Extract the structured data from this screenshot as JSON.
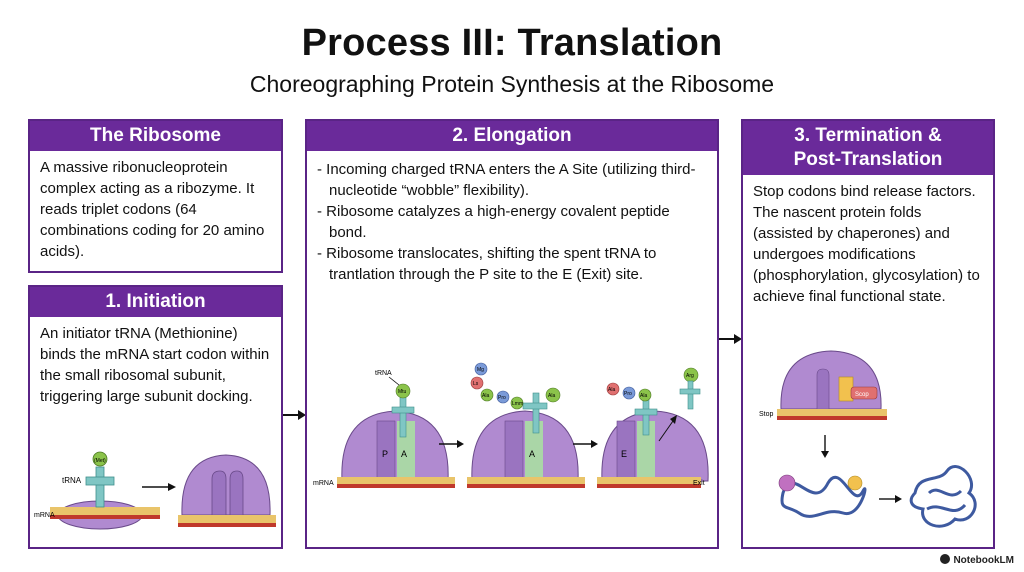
{
  "header": {
    "title": "Process III: Translation",
    "subtitle": "Choreographing Protein Synthesis at the Ribosome"
  },
  "ribosome_panel": {
    "heading": "The Ribosome",
    "text": "A massive ribonucleoprotein complex acting as a ribozyme. It reads triplet codons (64 combinations coding for 20 amino acids)."
  },
  "initiation_panel": {
    "heading": "1. Initiation",
    "text": "An initiator tRNA (Methionine) binds the mRNA start codon within the small ribosomal subunit, triggering large subunit docking.",
    "labels": {
      "amino": "(Met)",
      "trna": "tRNA",
      "mrna": "mRNA"
    }
  },
  "elongation_panel": {
    "heading": "2. Elongation",
    "bullets": [
      "- Incoming charged tRNA enters the A Site (utilizing third-nucleotide “wobble” flexibility).",
      "- Ribosome catalyzes a high-energy covalent peptide bond.",
      "- Ribosome translocates, shifting the spent tRNA to trantlation through the P site to the E (Exit) site."
    ],
    "labels": {
      "trna": "tRNA",
      "mrna": "mRNA",
      "p_site": "P",
      "a_site": "A",
      "e_site": "E",
      "exit": "Exit",
      "aa1": "Mtu",
      "aa2": "Mg",
      "aa3": "Ls",
      "aa4": "Ala",
      "aa5": "Pro",
      "aa6": "Lmm",
      "aa7": "Ala",
      "aa8": "Ala",
      "aa9": "Pro",
      "aa10": "Ala",
      "aa11": "Arg"
    }
  },
  "termination_panel": {
    "heading_line1": "3. Termination &",
    "heading_line2": "Post-Translation",
    "text_lines": [
      "Stop codons bind release factors.",
      "The nascent protein folds (assisted by chaperones) and undergoes modifications (phosphorylation, glycosylation) to achieve final functional state."
    ],
    "labels": {
      "stop": "Stop",
      "release_factor": "Scop"
    }
  },
  "branding": {
    "text": "NotebookLM"
  },
  "colors": {
    "panel_purple": "#6a2a9a",
    "ribosome_purple": "#b08ad0",
    "trna_teal": "#7fc6c4",
    "mrna_red": "#c0392b",
    "amino_green": "#8bc34a"
  }
}
